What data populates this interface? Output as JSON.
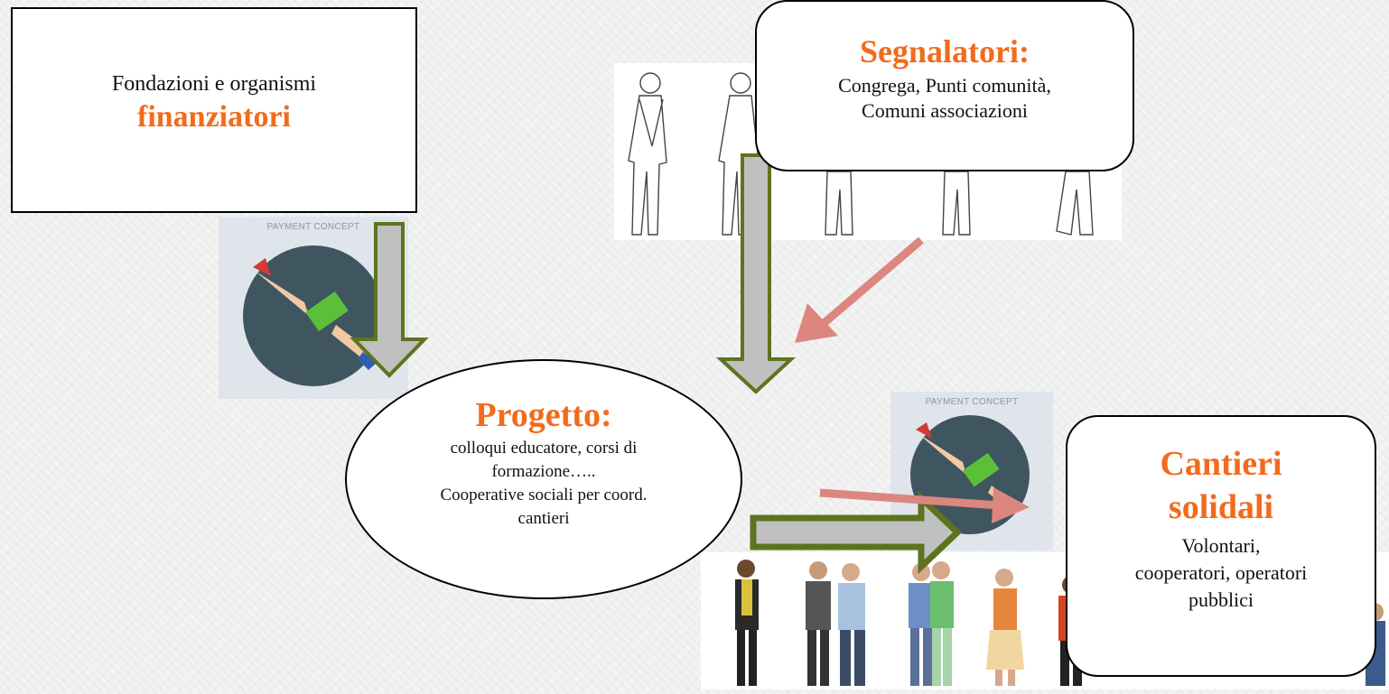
{
  "funders": {
    "line1": "Fondazioni e organismi",
    "line2": "finanziatori"
  },
  "reporters": {
    "title": "Segnalatori:",
    "line1": "Congrega, Punti comunità,",
    "line2": "Comuni associazioni"
  },
  "project": {
    "title": "Progetto:",
    "line1": "colloqui educatore, corsi di",
    "line2": "formazione…..",
    "line3": "Cooperative sociali per coord.",
    "line4": "cantieri"
  },
  "sites": {
    "title1": "Cantieri",
    "title2": "solidali",
    "line1": "Volontari,",
    "line2": "cooperatori, operatori",
    "line3": "pubblici"
  },
  "payment_caption": "PAYMENT CONCEPT",
  "colors": {
    "accent_orange": "#f26b1d",
    "arrow_fill": "#c0c0c0",
    "arrow_border": "#5e7320",
    "thin_arrow": "#dc8680",
    "icon_circle": "#3f5660",
    "money_green": "#5cbf3a"
  }
}
